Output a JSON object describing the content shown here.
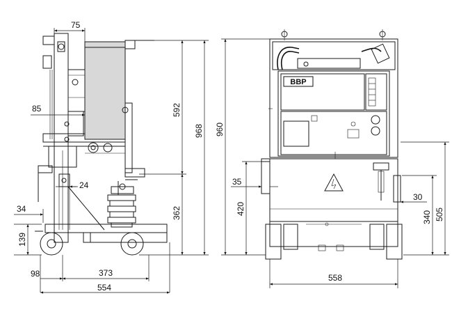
{
  "figure": {
    "side_view": {
      "dimensions": {
        "top_width": "75",
        "arm_offset": "85",
        "height_upper": "592",
        "height_total": "968",
        "gap_24": "24",
        "left_34": "34",
        "height_362": "362",
        "height_139": "139",
        "width_98": "98",
        "width_373": "373",
        "width_554": "554"
      }
    },
    "front_view": {
      "logo_text": "BBP",
      "dimensions": {
        "height_total": "960",
        "offset_35": "35",
        "height_420": "420",
        "offset_30": "30",
        "height_340": "340",
        "height_505": "505",
        "width_558": "558"
      }
    }
  }
}
